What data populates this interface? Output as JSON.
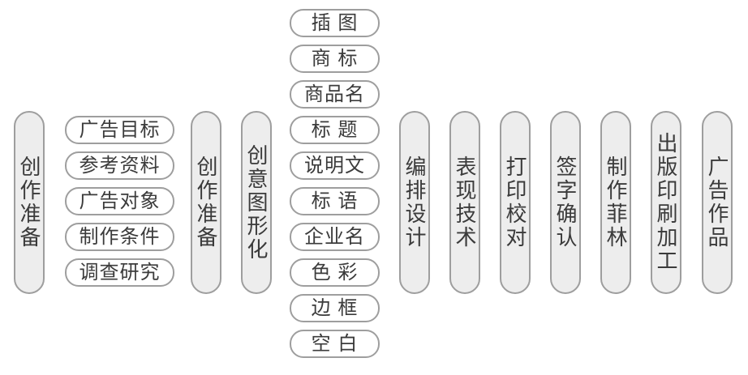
{
  "palette": {
    "stage_pill_fill": "#ededed",
    "item_pill_fill": "#ffffff",
    "pill_border": "#9e9e9e",
    "text": "#3b3b3b",
    "background": "#ffffff"
  },
  "stages": [
    {
      "label": "创作准备"
    },
    {
      "label": "创作准备"
    },
    {
      "label": "创意图形化"
    },
    {
      "label": "编排设计"
    },
    {
      "label": "表现技术"
    },
    {
      "label": "打印校对"
    },
    {
      "label": "签字确认"
    },
    {
      "label": "制作菲林"
    },
    {
      "label": "出版印刷加工"
    },
    {
      "label": "广告作品"
    }
  ],
  "preparation_items": [
    "广告目标",
    "参考资料",
    "广告对象",
    "制作条件",
    "调查研究"
  ],
  "creative_elements": [
    "插 图",
    "商 标",
    "商品名",
    "标 题",
    "说明文",
    "标 语",
    "企业名",
    "色 彩",
    "边 框",
    "空 白"
  ]
}
